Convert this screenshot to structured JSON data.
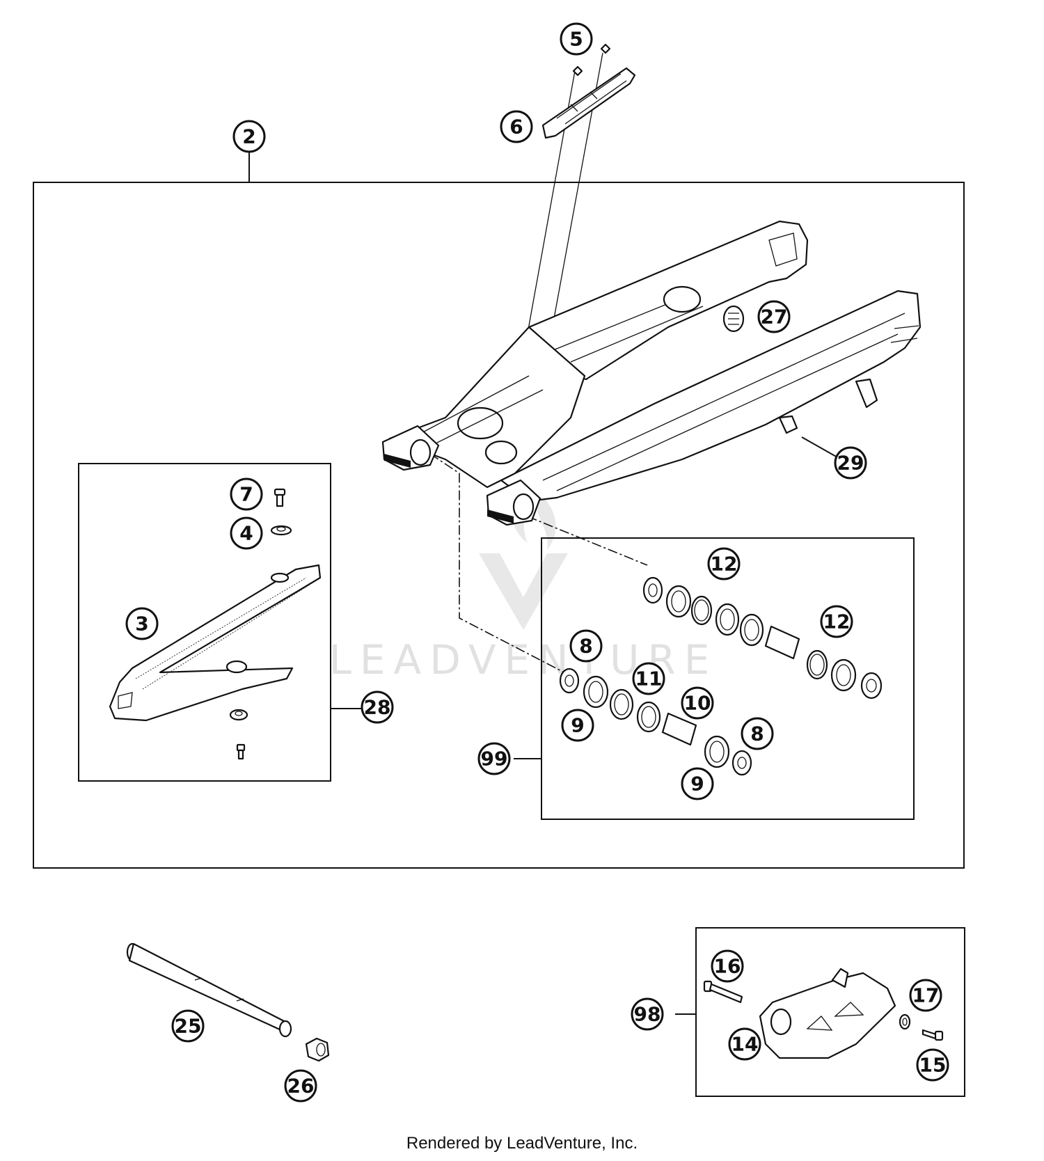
{
  "diagram": {
    "watermark": "LEADVENTURE",
    "credit": "Rendered by LeadVenture, Inc.",
    "callouts": {
      "c2": "2",
      "c3": "3",
      "c4": "4",
      "c5": "5",
      "c6": "6",
      "c7": "7",
      "c8a": "8",
      "c8b": "8",
      "c9a": "9",
      "c9b": "9",
      "c10": "10",
      "c11": "11",
      "c12a": "12",
      "c12b": "12",
      "c14": "14",
      "c15": "15",
      "c16": "16",
      "c17": "17",
      "c25": "25",
      "c26": "26",
      "c27": "27",
      "c28": "28",
      "c29": "29",
      "c98": "98",
      "c99": "99"
    }
  }
}
